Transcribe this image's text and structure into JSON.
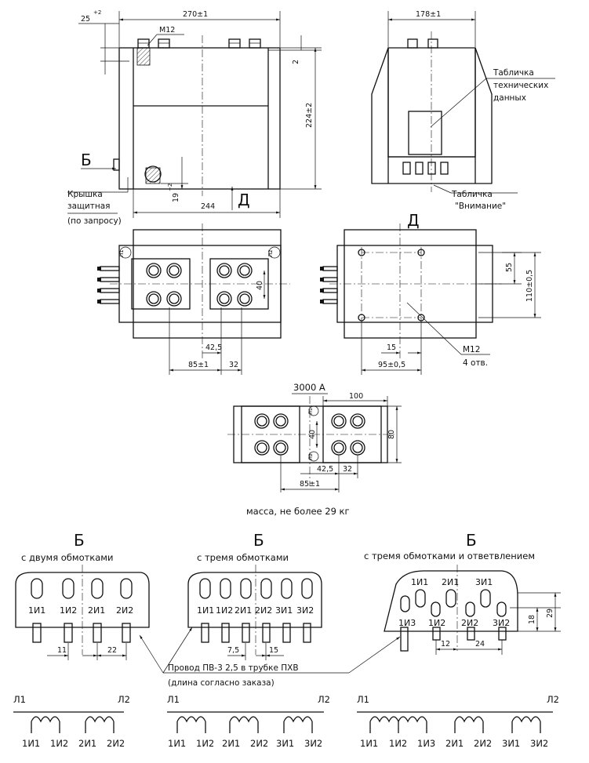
{
  "front_view": {
    "dims": {
      "width_top": "270±1",
      "m12": "M12",
      "gap": "25",
      "gap_sup": "+2",
      "height": "224±2",
      "two": "2",
      "bottom": "244",
      "low": "19",
      "low_sup": "+2"
    },
    "view_b": "Б",
    "view_d": "Д",
    "cover_note": [
      "Крышка",
      "защитная",
      "(по запросу)"
    ]
  },
  "side_view": {
    "dims": {
      "width": "178±1"
    },
    "plate_data": [
      "Табличка",
      "технических",
      "данных"
    ],
    "plate_warning": [
      "Табличка",
      "\"Внимание\""
    ]
  },
  "top_view": {
    "terminal_l1": "Л1",
    "terminal_l2": "Л2",
    "dims": {
      "d40": "40",
      "d42_5": "42,5",
      "d85": "85±1",
      "d32": "32"
    }
  },
  "view_d_plan": {
    "title": "Д",
    "dims": {
      "d55": "55",
      "d110": "110±0,5",
      "d15": "15",
      "d95": "95±0,5"
    },
    "holes": [
      "М12",
      "4 отв."
    ]
  },
  "variant_3000": {
    "title": "3000 А",
    "terminal_l1": "Л1",
    "terminal_l2": "Л2",
    "dims": {
      "d100": "100",
      "d40": "40",
      "d80": "80",
      "d42_5": "42,5",
      "d32": "32",
      "d85": "85±1"
    }
  },
  "mass_note": "масса, не более 29 кг",
  "schemes": [
    {
      "letter": "Б",
      "title": "с двумя обмотками",
      "terminals": [
        "1И1",
        "1И2",
        "2И1",
        "2И2"
      ],
      "dims": [
        "11",
        "22"
      ]
    },
    {
      "letter": "Б",
      "title": "с тремя обмотками",
      "terminals": [
        "1И1",
        "1И2",
        "2И1",
        "2И2",
        "3И1",
        "3И2"
      ],
      "dims": [
        "7,5",
        "15"
      ]
    },
    {
      "letter": "Б",
      "title": "с тремя обмотками и ответвлением",
      "terminals_top": [
        "1И1",
        "2И1",
        "3И1"
      ],
      "terminals_bottom": [
        "1И3",
        "1И2",
        "2И2",
        "3И2"
      ],
      "dims": [
        "12",
        "24",
        "18",
        "29"
      ]
    }
  ],
  "wire_note": [
    "Провод ПВ-3 2,5 в трубке ПХВ",
    "(длина согласно заказа)"
  ],
  "winding_diagrams": [
    {
      "left": "Л1",
      "right": "Л2",
      "labels": [
        "1И1",
        "1И2",
        "2И1",
        "2И2"
      ]
    },
    {
      "left": "Л1",
      "right": "Л2",
      "labels": [
        "1И1",
        "1И2",
        "2И1",
        "2И2",
        "3И1",
        "3И2"
      ]
    },
    {
      "left": "Л1",
      "right": "Л2",
      "labels": [
        "1И1",
        "1И2",
        "1И3",
        "2И1",
        "2И2",
        "3И1",
        "3И2"
      ]
    }
  ]
}
